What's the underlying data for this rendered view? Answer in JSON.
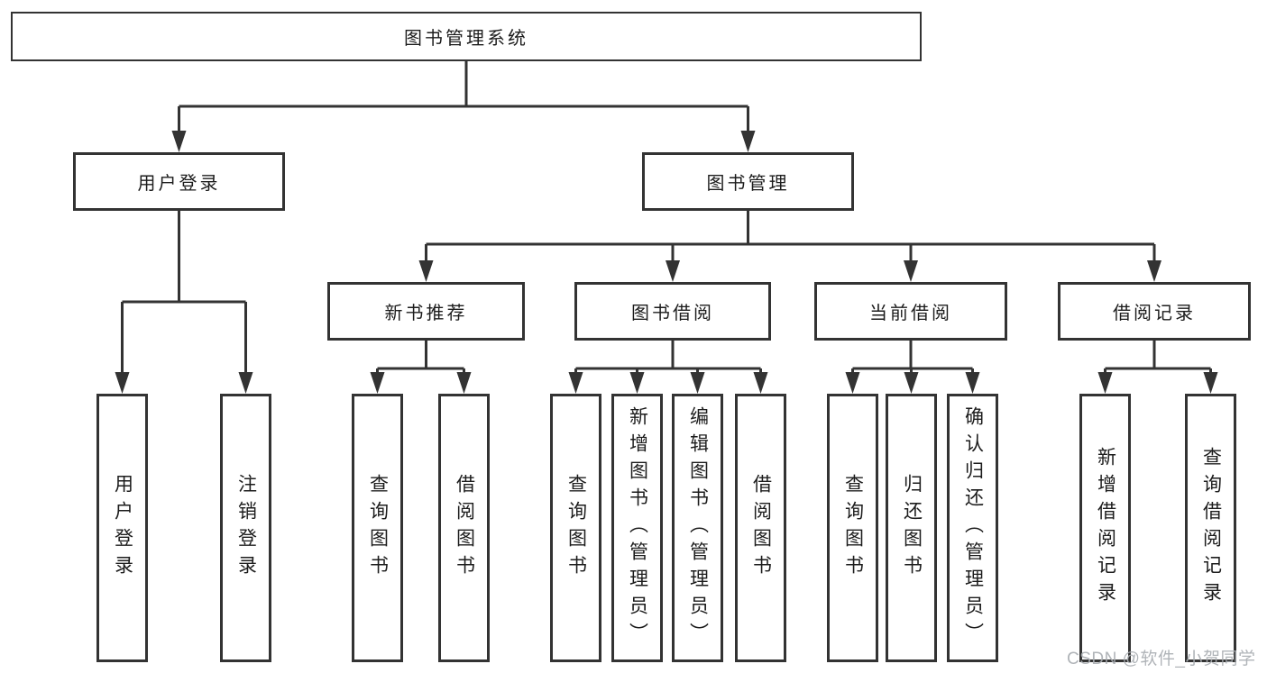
{
  "tree": {
    "root": {
      "label": "图书管理系统"
    },
    "branches": [
      {
        "label": "用户登录",
        "children": [
          {
            "label": "用户登录"
          },
          {
            "label": "注销登录"
          }
        ]
      },
      {
        "label": "图书管理",
        "groups": [
          {
            "label": "新书推荐",
            "children": [
              {
                "label": "查询图书"
              },
              {
                "label": "借阅图书"
              }
            ]
          },
          {
            "label": "图书借阅",
            "children": [
              {
                "label": "查询图书"
              },
              {
                "label": "新增图书（管理员）"
              },
              {
                "label": "编辑图书（管理员）"
              },
              {
                "label": "借阅图书"
              }
            ]
          },
          {
            "label": "当前借阅",
            "children": [
              {
                "label": "查询图书"
              },
              {
                "label": "归还图书"
              },
              {
                "label": "确认归还（管理员）"
              }
            ]
          },
          {
            "label": "借阅记录",
            "children": [
              {
                "label": "新增借阅记录"
              },
              {
                "label": "查询借阅记录"
              }
            ]
          }
        ]
      }
    ]
  },
  "watermark": {
    "text": "CSDN @软件_小贺同学",
    "color": "#a8acb1"
  },
  "colors": {
    "line": "#333333",
    "box_border": "#333333",
    "text": "#1c1c1c",
    "background": "#ffffff"
  }
}
